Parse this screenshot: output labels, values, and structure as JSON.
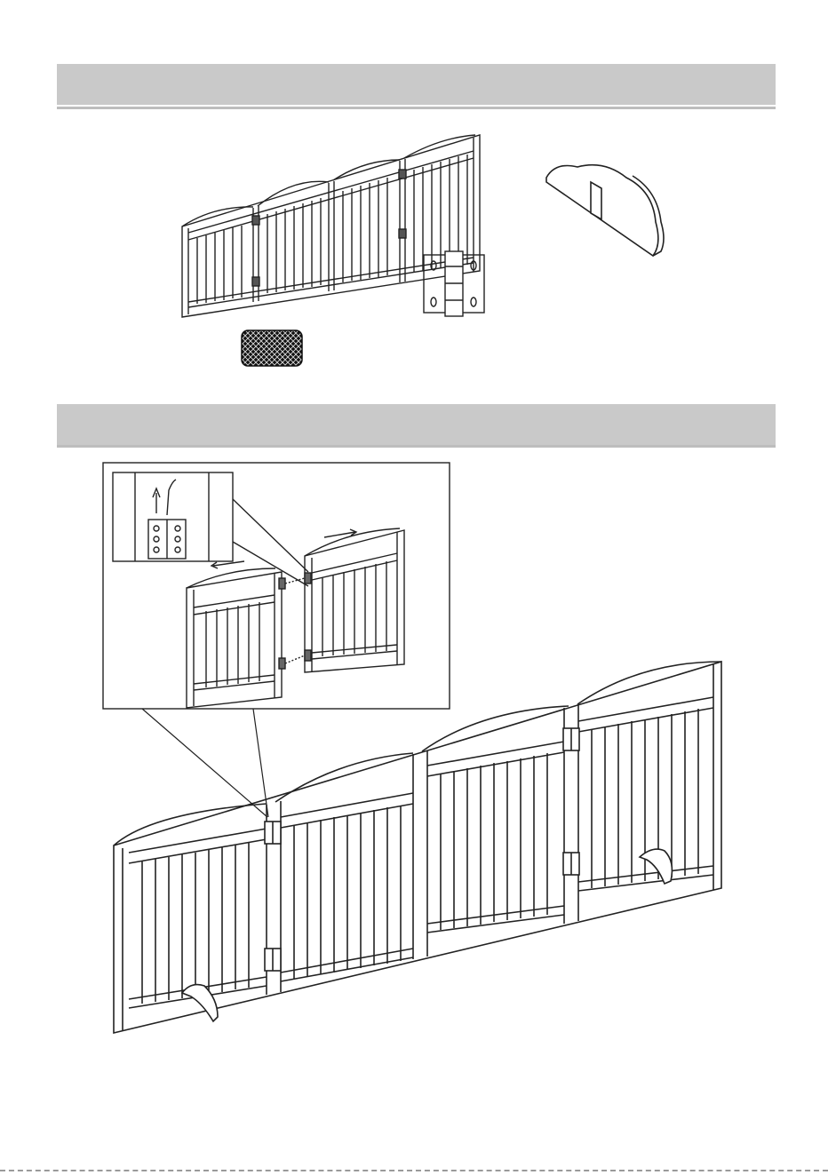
{
  "page": {
    "sections": [
      {
        "id": "parts",
        "title": ""
      },
      {
        "id": "assembly",
        "title": ""
      }
    ]
  },
  "parts": {
    "items": [
      {
        "name": "fence-panels",
        "icon": "folding-fence-icon"
      },
      {
        "name": "hinge",
        "icon": "hinge-icon"
      },
      {
        "name": "support-foot",
        "icon": "support-foot-icon"
      },
      {
        "name": "pad",
        "icon": "rubber-pad-icon"
      }
    ]
  },
  "assembly": {
    "detail_view": {
      "icon": "hinge-detail-icon"
    },
    "main_view": {
      "icon": "assembled-fence-icon"
    }
  },
  "colors": {
    "section_bar": "#c9c9c9",
    "line": "#222222",
    "background": "#ffffff"
  }
}
